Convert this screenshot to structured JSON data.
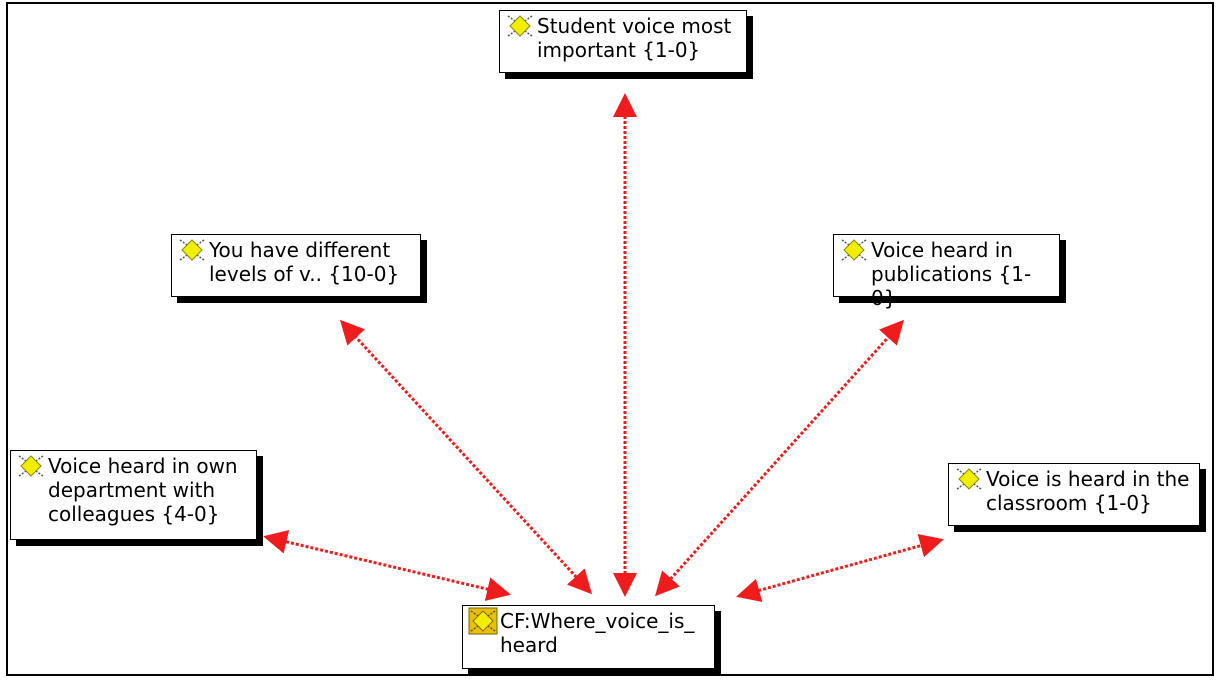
{
  "diagram": {
    "nodes": [
      {
        "id": "student",
        "label": "Student voice most\nimportant {1-0}",
        "icon": "code-icon"
      },
      {
        "id": "different",
        "label": "You have different\nlevels of v.. {10-0}",
        "icon": "code-icon"
      },
      {
        "id": "publications",
        "label": "Voice heard in\npublications {1-0}",
        "icon": "code-icon"
      },
      {
        "id": "department",
        "label": "Voice heard in own\ndepartment with\ncolleagues {4-0}",
        "icon": "code-icon"
      },
      {
        "id": "classroom",
        "label": "Voice is heard in the\nclassroom {1-0}",
        "icon": "code-icon"
      },
      {
        "id": "center",
        "label": "CF:Where_voice_is_\nheard",
        "icon": "code-family-icon"
      }
    ],
    "links": [
      {
        "from": "center",
        "to": "student",
        "style": "bidirectional"
      },
      {
        "from": "center",
        "to": "different",
        "style": "bidirectional"
      },
      {
        "from": "center",
        "to": "publications",
        "style": "bidirectional"
      },
      {
        "from": "center",
        "to": "department",
        "style": "bidirectional"
      },
      {
        "from": "center",
        "to": "classroom",
        "style": "bidirectional"
      }
    ],
    "link_color": "#ee1c1c",
    "node_icon_color": "#f2ee00",
    "family_icon_color": "#e8c000"
  }
}
